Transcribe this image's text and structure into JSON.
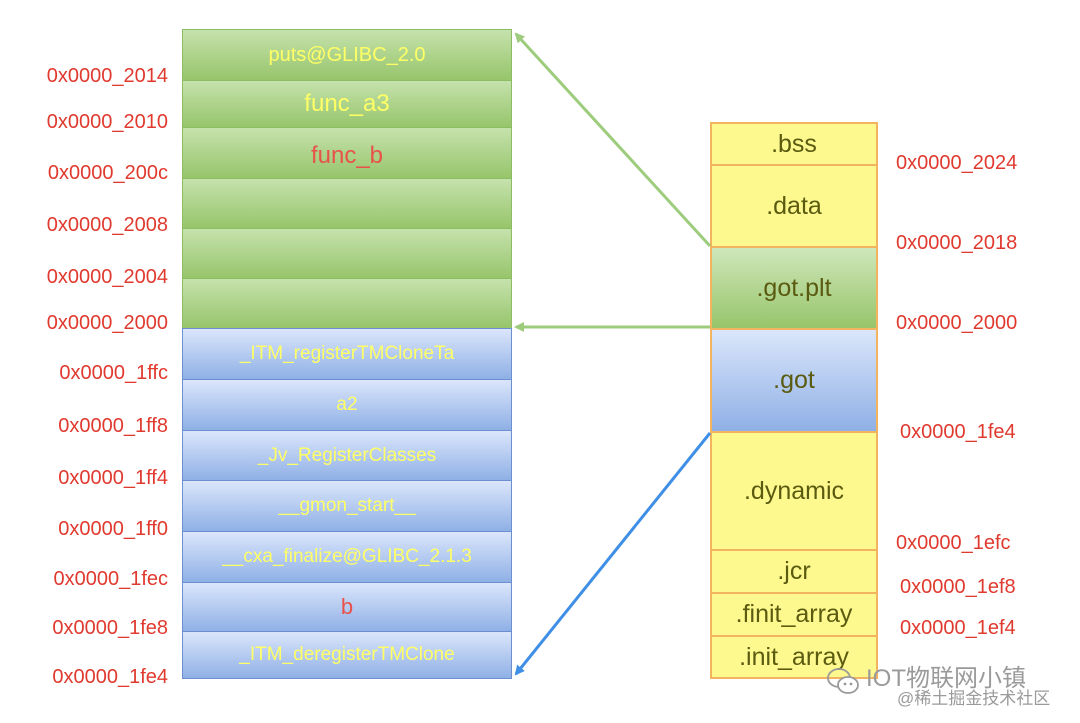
{
  "left_stack": {
    "green_cells": [
      {
        "label": "puts@GLIBC_2.0",
        "color": "#ffff66"
      },
      {
        "label": "func_a3",
        "color": "#ffff66"
      },
      {
        "label": "func_b",
        "color": "#e8524a"
      },
      {
        "label": "",
        "color": "#ffff66"
      },
      {
        "label": "",
        "color": "#ffff66"
      },
      {
        "label": "",
        "color": "#ffff66"
      }
    ],
    "blue_cells": [
      {
        "label": "_ITM_registerTMCloneTa",
        "color": "#ffff66"
      },
      {
        "label": "a2",
        "color": "#ffff66"
      },
      {
        "label": "_Jv_RegisterClasses",
        "color": "#ffff66"
      },
      {
        "label": "__gmon_start__",
        "color": "#ffff66"
      },
      {
        "label": "__cxa_finalize@GLIBC_2.1.3",
        "color": "#ffff66"
      },
      {
        "label": "b",
        "color": "#e8524a"
      },
      {
        "label": "_ITM_deregisterTMClone",
        "color": "#ffff66"
      }
    ],
    "addresses": [
      "0x0000_2014",
      "0x0000_2010",
      "0x0000_200c",
      "0x0000_2008",
      "0x0000_2004",
      "0x0000_2000",
      "0x0000_1ffc",
      "0x0000_1ff8",
      "0x0000_1ff4",
      "0x0000_1ff0",
      "0x0000_1fec",
      "0x0000_1fe8",
      "0x0000_1fe4"
    ]
  },
  "right_stack": {
    "sections": [
      {
        "label": ".bss",
        "kind": "yellow"
      },
      {
        "label": ".data",
        "kind": "yellow"
      },
      {
        "label": ".got.plt",
        "kind": "gotplt"
      },
      {
        "label": ".got",
        "kind": "gotsec"
      },
      {
        "label": ".dynamic",
        "kind": "yellow"
      },
      {
        "label": ".jcr",
        "kind": "yellow"
      },
      {
        "label": ".finit_array",
        "kind": "yellow"
      },
      {
        "label": ".init_array",
        "kind": "yellow"
      }
    ],
    "addresses": [
      "0x0000_2024",
      "0x0000_2018",
      "0x0000_2000",
      "0x0000_1fe4",
      "0x0000_1efc",
      "0x0000_1ef8",
      "0x0000_1ef4"
    ],
    "section_text_color": "#5a5a10"
  },
  "arrows": [
    {
      "from": ".got.plt top",
      "to": "puts@GLIBC_2.0 top",
      "color": "#9ccc7c"
    },
    {
      "from": ".got top",
      "to": "0x0000_2000 boundary",
      "color": "#9ccc7c"
    },
    {
      "from": ".got bottom",
      "to": "_ITM_deregisterTMClone bottom",
      "color": "#3f8fe6"
    }
  ],
  "watermark": {
    "line1": "IOT物联网小镇",
    "line2": "@稀土掘金技术社区",
    "icon": "wechat-icon"
  }
}
